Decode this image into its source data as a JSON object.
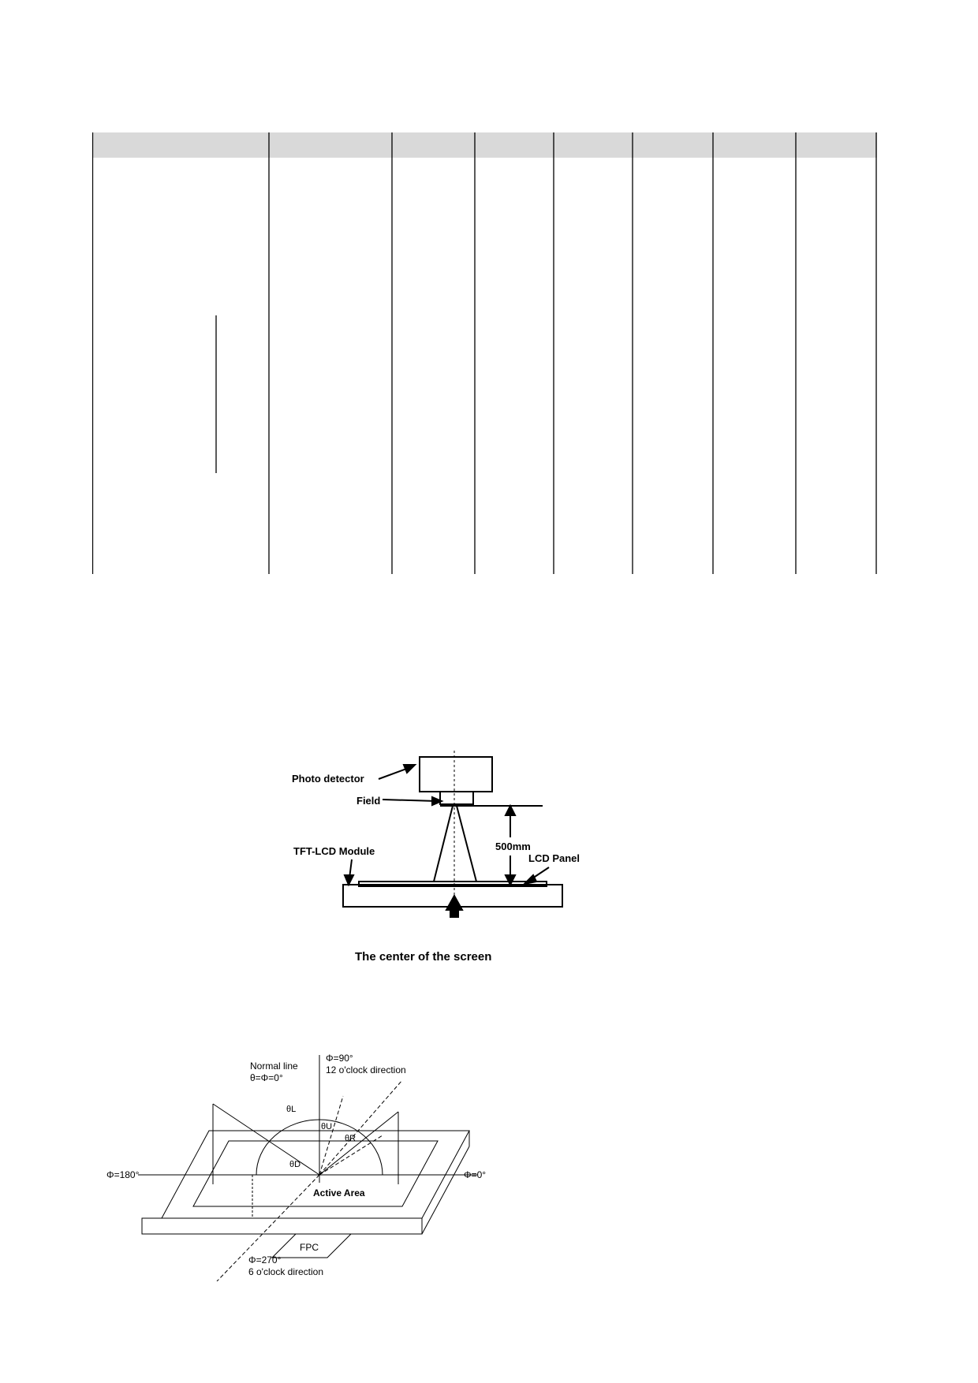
{
  "table": {
    "header_color": "#d9d9d9",
    "column_headers": [
      "",
      "",
      "",
      "",
      "",
      "",
      "",
      ""
    ]
  },
  "figure_setup": {
    "photo_detector": "Photo detector",
    "field": "Field",
    "distance": "500mm",
    "module": "TFT-LCD Module",
    "panel": "LCD Panel",
    "center": "The center of the screen"
  },
  "figure_angles": {
    "normal_line": "Normal line",
    "theta_phi_zero": "θ=Φ=0°",
    "phi_90": "Φ=90°",
    "twelve_oclock": "12 o'clock direction",
    "phi_180": "Φ=180°",
    "phi_0": "Φ=0°",
    "phi_270": "Φ=270°",
    "six_oclock": "6 o'clock direction",
    "active_area": "Active Area",
    "fpc": "FPC",
    "theta_l": "θL",
    "theta_u": "θU",
    "theta_r": "θR",
    "theta_d": "θD"
  }
}
